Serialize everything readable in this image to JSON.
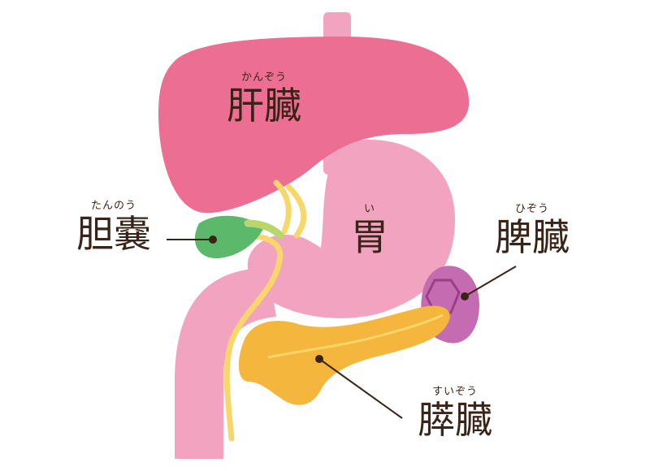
{
  "labels": {
    "liver": {
      "ruby": "かんぞう",
      "name": "肝臓"
    },
    "gallbladder": {
      "ruby": "たんのう",
      "name": "胆嚢"
    },
    "stomach": {
      "ruby": "い",
      "name": "胃"
    },
    "spleen": {
      "ruby": "ひぞう",
      "name": "脾臓"
    },
    "pancreas": {
      "ruby": "すいぞう",
      "name": "膵臓"
    }
  },
  "colors": {
    "liver": "#ec6f93",
    "stomach": "#f2a3c0",
    "intestine": "#f2a3c0",
    "esophagus": "#f2a3c0",
    "gallbladder": "#5cb86a",
    "bile_duct": "#f7d66a",
    "pancreas": "#f5b63d",
    "spleen": "#c56bb1",
    "text": "#3a2418"
  }
}
